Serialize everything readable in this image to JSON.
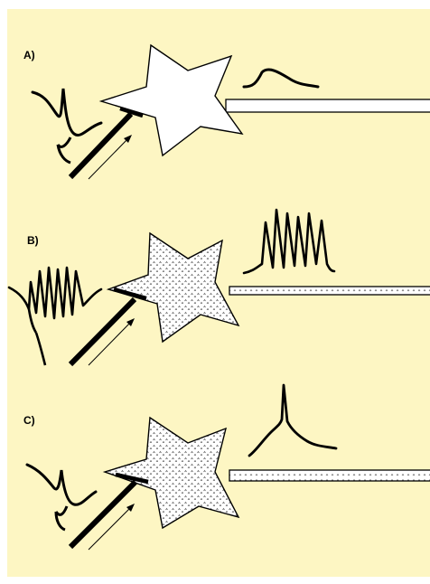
{
  "panels": [
    {
      "label": "A)"
    },
    {
      "label": "B)"
    },
    {
      "label": "C)"
    }
  ],
  "colors": {
    "background": "#fdf6c3",
    "border": "#ffffff",
    "ink": "#000000",
    "neuron_fill": "#ffffff",
    "dots_fill": "#6a6a6a"
  },
  "icons": {
    "panel_a_neuron": "star-neuron-plain",
    "panel_b_neuron": "star-neuron-dotted",
    "panel_c_neuron": "star-neuron-dotted"
  }
}
